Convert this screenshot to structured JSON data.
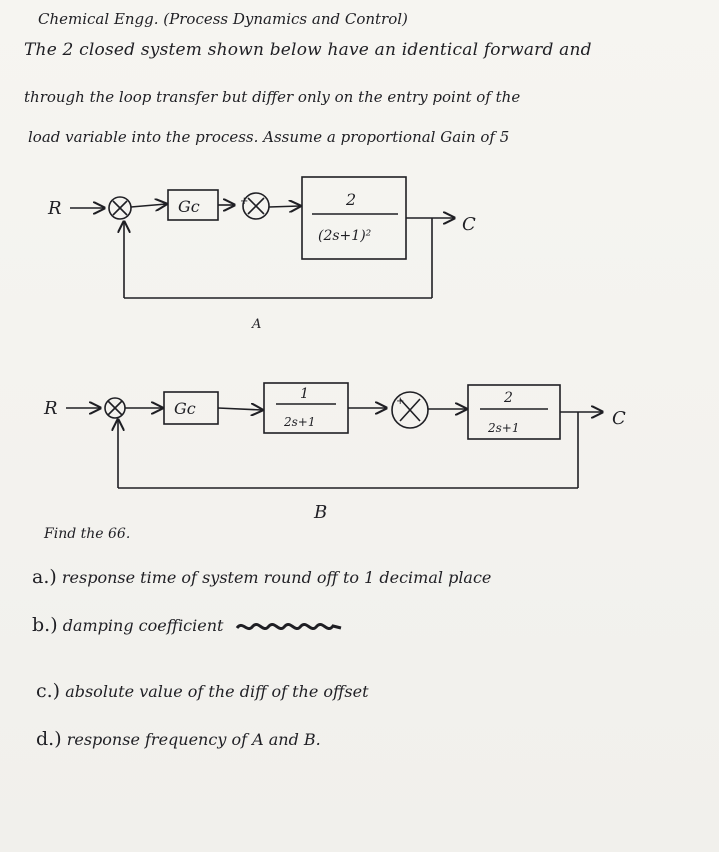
{
  "header": {
    "title": "Chemical Engg. (Process Dynamics and Control)"
  },
  "problem": {
    "line1": "The 2 closed system shown below have an identical forward and",
    "line2": "through the loop transfer but differ only on the entry point of the",
    "line3": "load variable into the process. Assume a proportional Gain of 5"
  },
  "diagram_a": {
    "input": "R",
    "controller": "Gc",
    "sign": "+",
    "tf_num": "2",
    "tf_den": "(2s+1)²",
    "output": "C",
    "label": "A"
  },
  "diagram_b": {
    "input": "R",
    "controller": "Gc",
    "tf1_num": "1",
    "tf1_den": "2s+1",
    "sign": "+",
    "tf2_num": "2",
    "tf2_den": "2s+1",
    "output": "C",
    "label": "B"
  },
  "questions": {
    "intro": "Find the 66.",
    "a_num": "a.)",
    "a_text": "response time of system round off to 1 decimal place",
    "b_num": "b.)",
    "b_text": "damping coefficient",
    "c_num": "c.)",
    "c_text": "absolute value of the diff of the offset",
    "d_num": "d.)",
    "d_text": "response frequency of A and B."
  }
}
